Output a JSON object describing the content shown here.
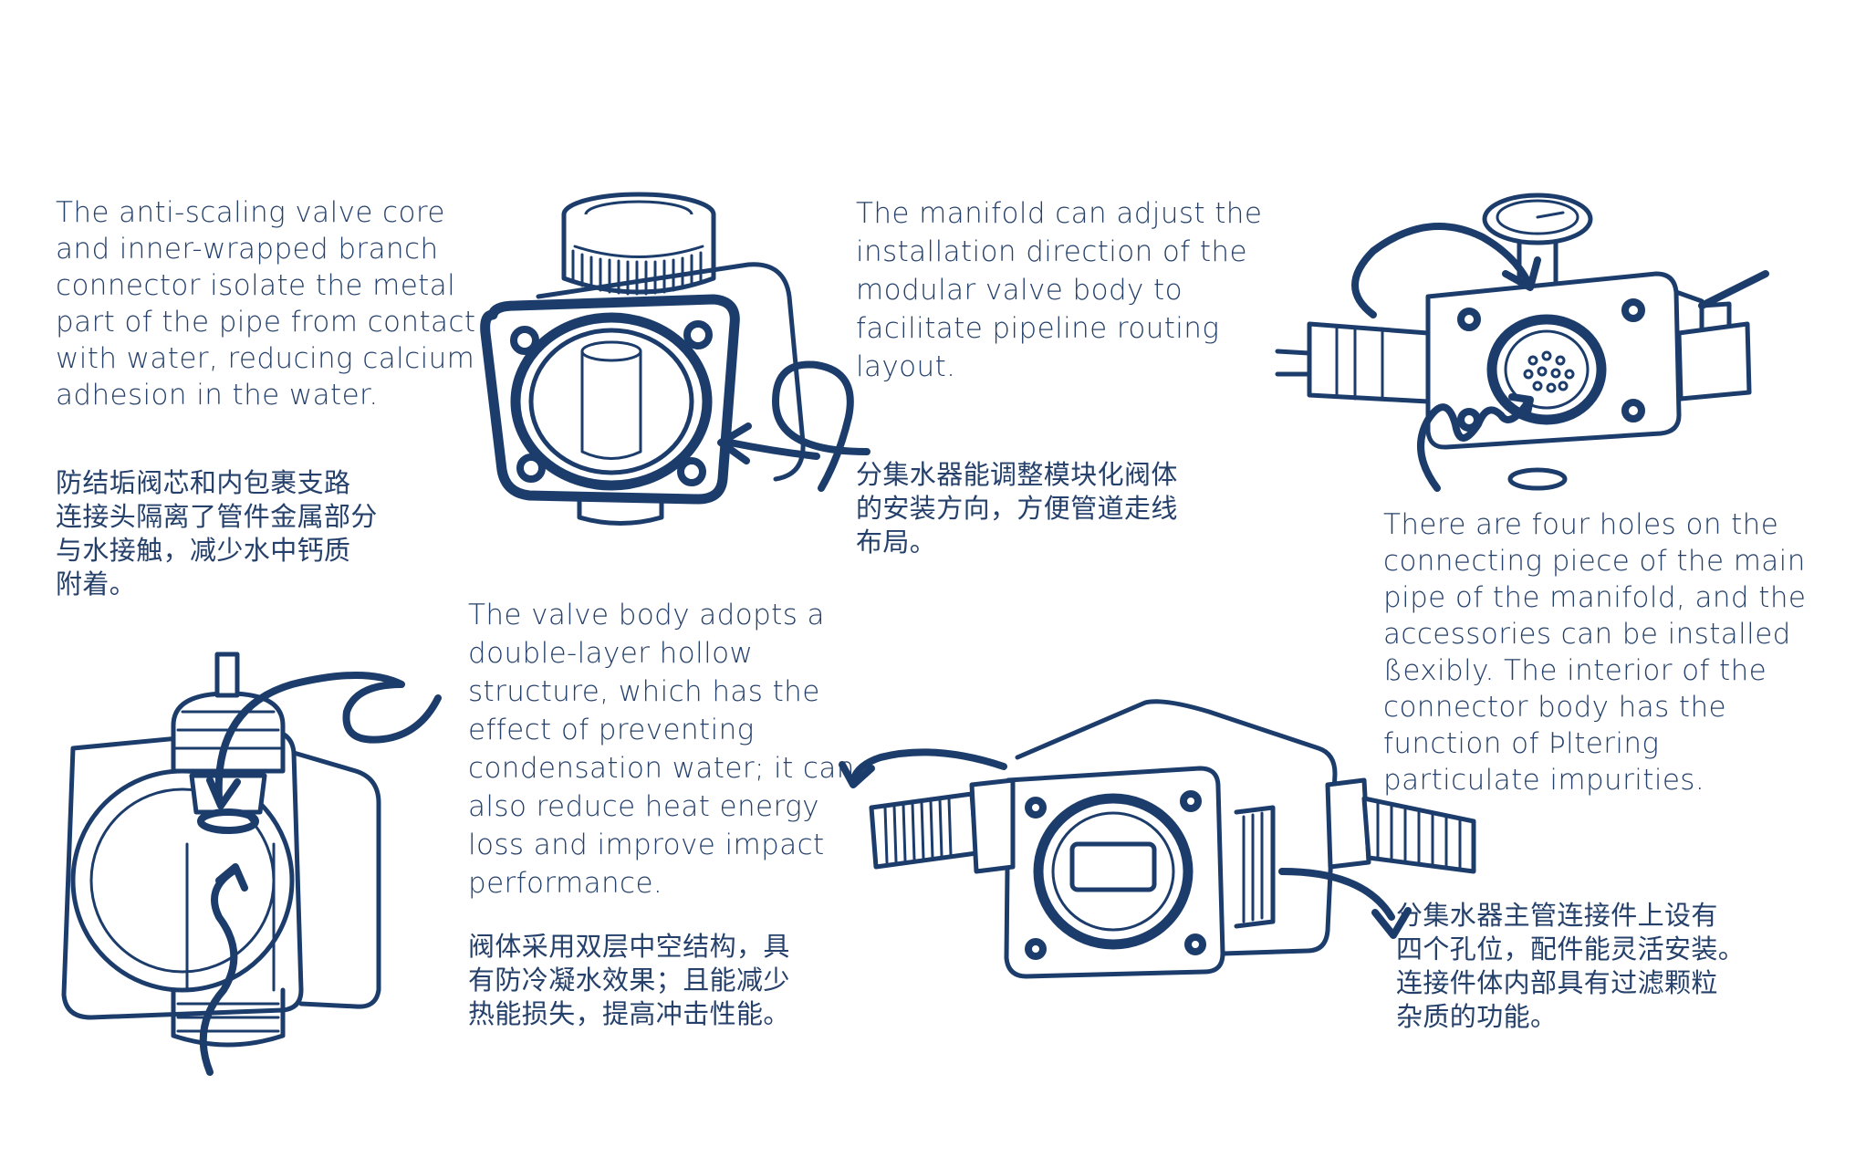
{
  "colors": {
    "ink": "#1c3d6b",
    "text": "#25406a",
    "background": "#ffffff"
  },
  "blocks": {
    "anti_scaling": {
      "en": [
        "The anti-scaling valve core",
        "and inner-wrapped branch",
        "connector isolate the metal",
        "part of the pipe from contact",
        "with water, reducing calcium",
        "adhesion in the water."
      ],
      "zh": [
        "防结垢阀芯和内包裹支路",
        "连接头隔离了管件金属部分",
        "与水接触，减少水中钙质",
        "附着。"
      ]
    },
    "manifold_direction": {
      "en": [
        "The manifold can adjust the",
        "installation direction of the",
        "modular valve body to",
        "facilitate pipeline routing",
        "layout."
      ],
      "zh": [
        "分集水器能调整模块化阀体",
        "的安装方向，方便管道走线",
        "布局。"
      ]
    },
    "four_holes": {
      "en": [
        "There are four holes on the",
        "connecting piece of the main",
        "pipe of the manifold, and the",
        "accessories can be installed",
        "ßexibly. The  interior of the",
        "connector body has the",
        "function of Þltering",
        "particulate impurities."
      ],
      "zh": [
        "分集水器主管连接件上设有",
        "四个孔位，配件能灵活安装。",
        "连接件体内部具有过滤颗粒",
        "杂质的功能。"
      ]
    },
    "double_layer": {
      "en": [
        "The valve body adopts a",
        "double-layer hollow",
        "structure, which has the",
        "effect of preventing",
        "condensation water; it can",
        "also reduce heat energy",
        "loss and improve impact",
        "performance."
      ],
      "zh": [
        "阀体采用双层中空结构，具",
        "有防冷凝水效果；且能减少",
        "热能损失，提高冲击性能。"
      ]
    }
  }
}
